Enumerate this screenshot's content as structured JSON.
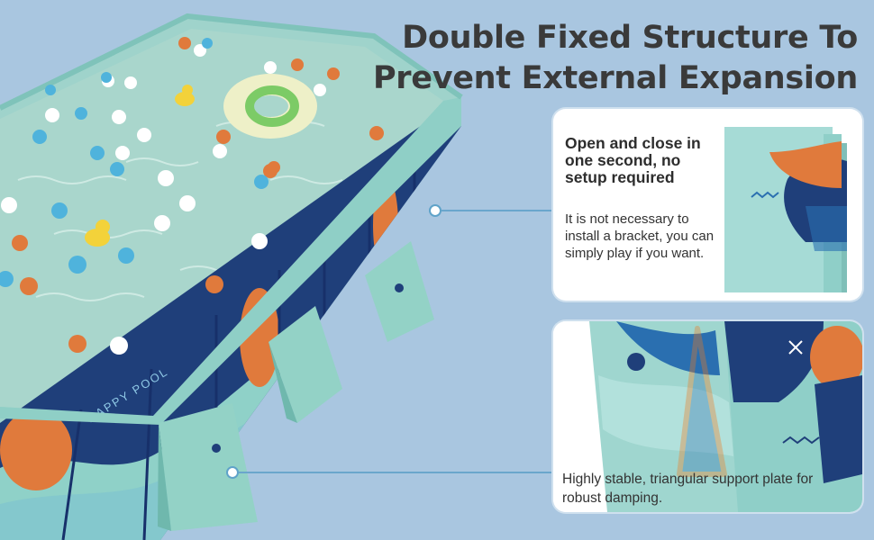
{
  "headline": {
    "line1": "Double Fixed Structure To",
    "line2": "Prevent External Expansion"
  },
  "pool": {
    "brand_text": "HAPPY POOL"
  },
  "feature_1": {
    "title": "Open and close in one second, no setup required",
    "description": "It is not necessary to install a bracket, you can simply play if you want."
  },
  "feature_2": {
    "description": "Highly stable, triangular support plate for robust damping."
  },
  "colors": {
    "background": "#a9c6e0",
    "panel_navy": "#1f3f7a",
    "panel_mint": "#8fd1c8",
    "accent_orange": "#e07a3c",
    "water": "#9fcfc6",
    "connector": "#6aa6cc"
  }
}
